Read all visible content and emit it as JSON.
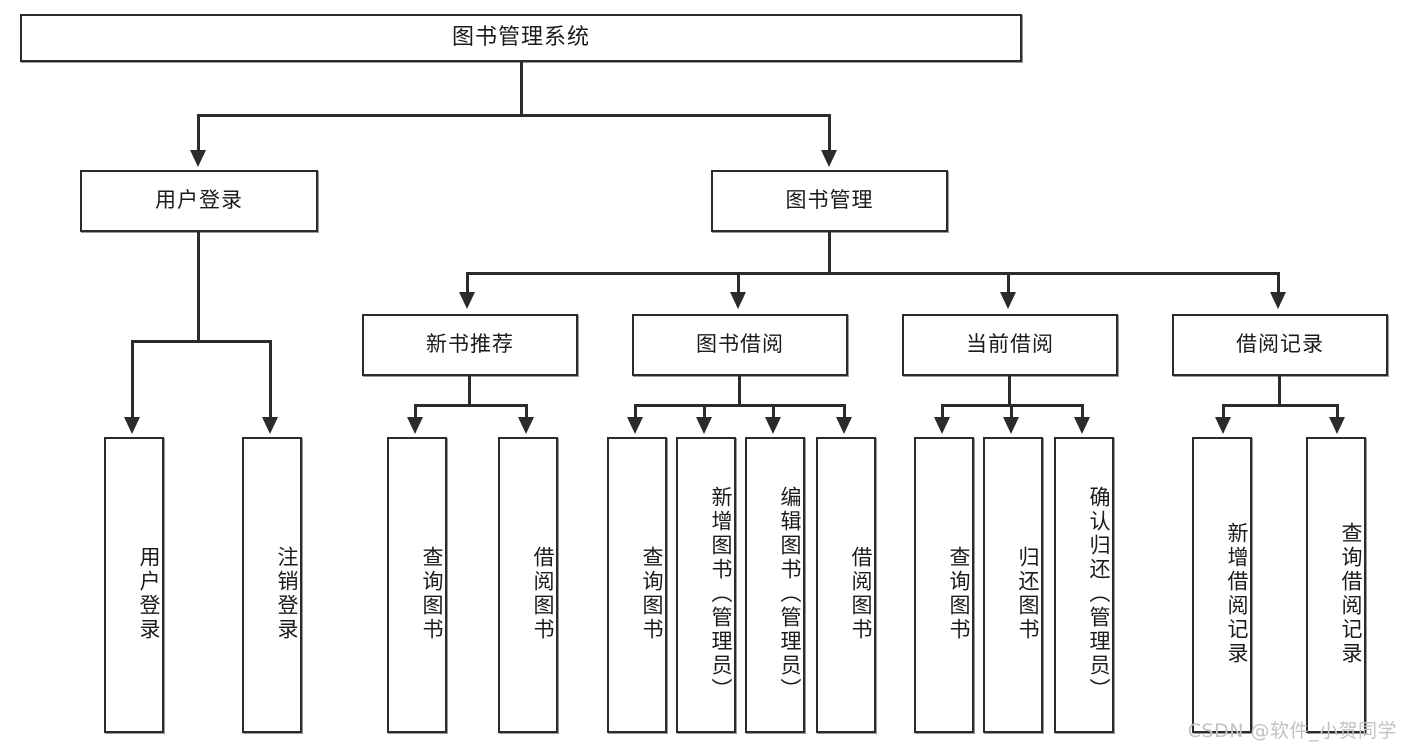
{
  "diagram": {
    "title": "图书管理系统",
    "type": "功能结构图",
    "watermark": "CSDN @软件_小贺同学",
    "colors": {
      "stroke": "#2b2b2b",
      "fill": "#ffffff",
      "text": "#1b1b1b",
      "watermark": "#c2c2c2",
      "shadow": "#9a9a9a"
    },
    "root": {
      "label": "图书管理系统"
    },
    "level2": [
      {
        "label": "用户登录"
      },
      {
        "label": "图书管理"
      }
    ],
    "level3": [
      {
        "label": "新书推荐"
      },
      {
        "label": "图书借阅"
      },
      {
        "label": "当前借阅"
      },
      {
        "label": "借阅记录"
      }
    ],
    "leaves": {
      "user_login": [
        {
          "label": "用户登录"
        },
        {
          "label": "注销登录"
        }
      ],
      "new_book": [
        {
          "label": "查询图书"
        },
        {
          "label": "借阅图书"
        }
      ],
      "book_borrow": [
        {
          "label": "查询图书"
        },
        {
          "label": "新增图书（管理员）"
        },
        {
          "label": "编辑图书（管理员）"
        },
        {
          "label": "借阅图书"
        }
      ],
      "current_borrow": [
        {
          "label": "查询图书"
        },
        {
          "label": "归还图书"
        },
        {
          "label": "确认归还（管理员）"
        }
      ],
      "borrow_record": [
        {
          "label": "新增借阅记录"
        },
        {
          "label": "查询借阅记录"
        }
      ]
    }
  }
}
